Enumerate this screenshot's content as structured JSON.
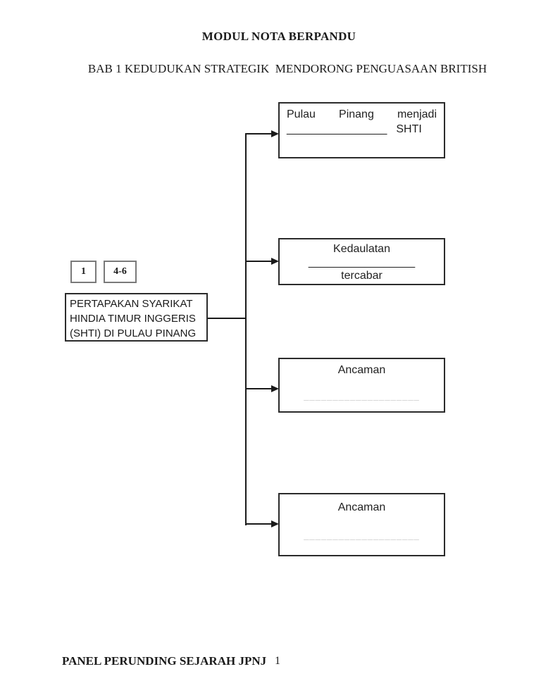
{
  "page": {
    "title": "MODUL NOTA BERPANDU",
    "subtitle": "BAB 1 KEDUDUKAN STRATEGIK  MENDORONG PENGUASAAN BRITISH",
    "footer": "PANEL PERUNDING SEJARAH JPNJ",
    "page_number": "1"
  },
  "diagram": {
    "tags": [
      {
        "label": "1"
      },
      {
        "label": "4-6"
      }
    ],
    "root": {
      "lines": [
        "PERTAPAKAN SYARIKAT",
        "HINDIA TIMUR INGGERIS",
        "(SHTI) DI PULAU PINANG"
      ]
    },
    "branches": [
      {
        "words": [
          "Pulau",
          "Pinang",
          "menjadi"
        ],
        "blank": "________________",
        "suffix": "SHTI"
      },
      {
        "top": "Kedaulatan",
        "blank": "_________________",
        "bottom": "tercabar"
      },
      {
        "top": "Ancaman",
        "blank": "____________________"
      },
      {
        "top": "Ancaman",
        "blank": "____________________"
      }
    ]
  },
  "colors": {
    "text": "#1a1a1a",
    "box_border": "#2b2b2b",
    "tag_border": "#7a7a7a",
    "blank_muted": "#8a8a8a"
  }
}
